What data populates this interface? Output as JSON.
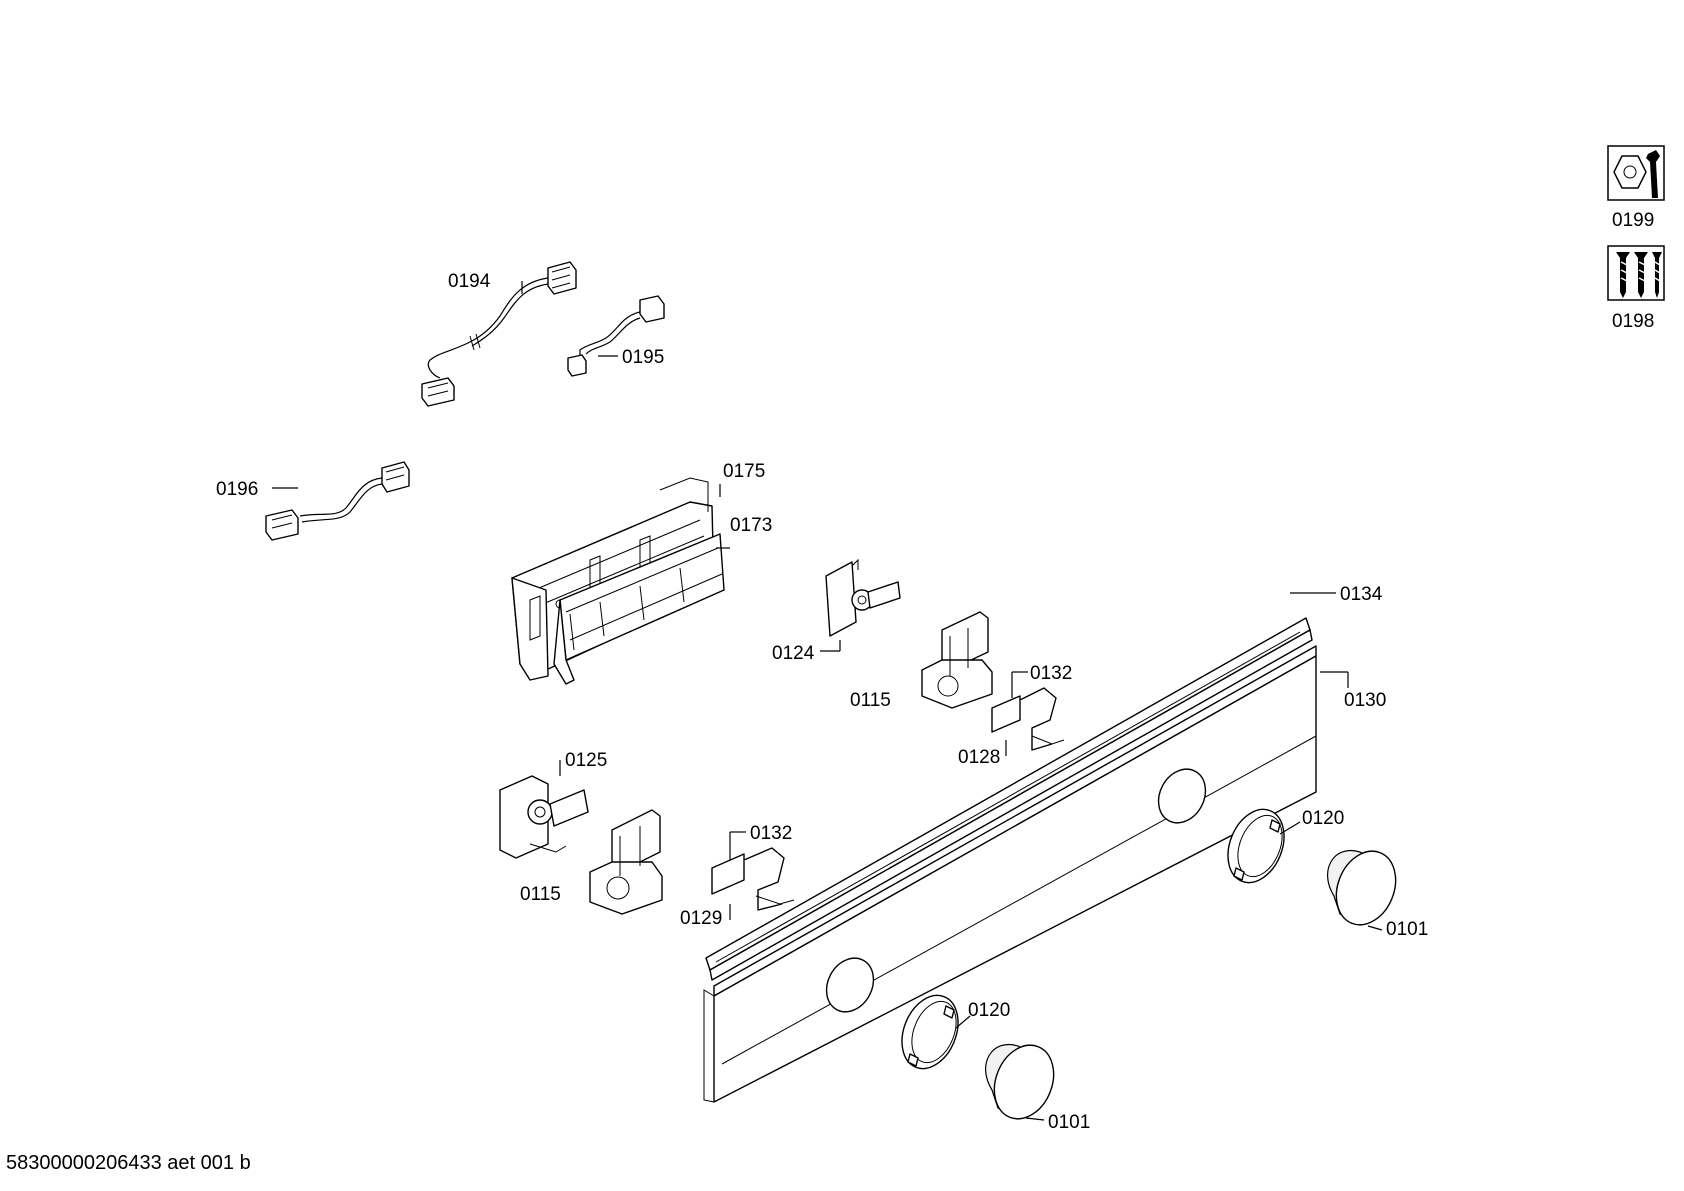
{
  "footer_code": "58300000206433 aet 001 b",
  "side_icons": [
    {
      "label": "0199",
      "icon": "tools-icon"
    },
    {
      "label": "0198",
      "icon": "screws-icon"
    }
  ],
  "part_labels": {
    "p0194": "0194",
    "p0195": "0195",
    "p0196": "0196",
    "p0175": "0175",
    "p0173": "0173",
    "p0124": "0124",
    "p0115a": "0115",
    "p0132a": "0132",
    "p0128": "0128",
    "p0134": "0134",
    "p0130": "0130",
    "p0125": "0125",
    "p0115b": "0115",
    "p0132b": "0132",
    "p0129": "0129",
    "p0120a": "0120",
    "p0101a": "0101",
    "p0120b": "0120",
    "p0101b": "0101"
  }
}
